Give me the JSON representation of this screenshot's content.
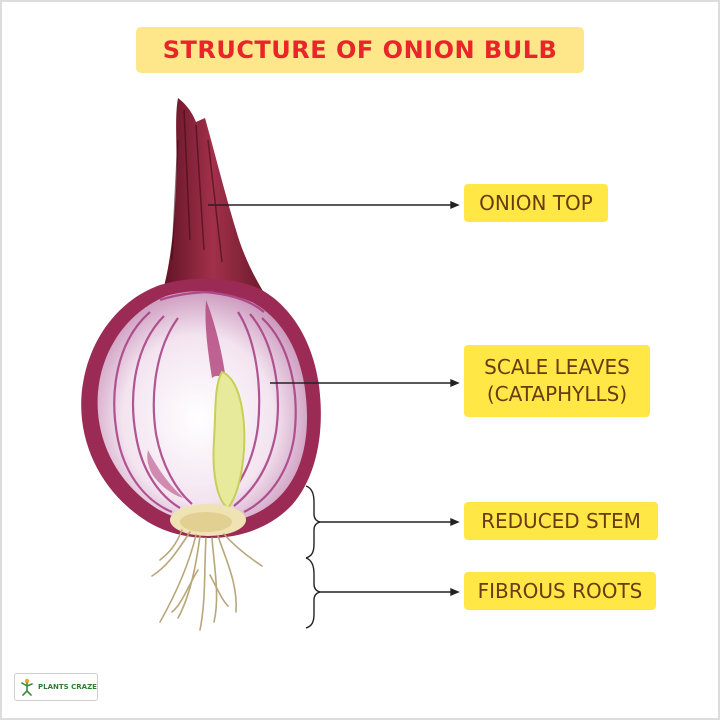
{
  "title": "STRUCTURE OF ONION BULB",
  "labels": {
    "onion_top": "ONION TOP",
    "scale_leaves_line1": "SCALE LEAVES",
    "scale_leaves_line2": "(CATAPHYLLS)",
    "reduced_stem": "REDUCED STEM",
    "fibrous_roots": "FIBROUS ROOTS"
  },
  "logo": {
    "name": "PLANTS CRAZE",
    "icon": "plant-figure-icon"
  },
  "colors": {
    "title_bg": "#fde78a",
    "title_text": "#e8262a",
    "label_bg": "#ffe845",
    "label_text": "#6a3a12",
    "onion_skin": "#8c1f3a",
    "onion_flesh": "#f6eef6",
    "onion_ring": "#a63c82"
  }
}
